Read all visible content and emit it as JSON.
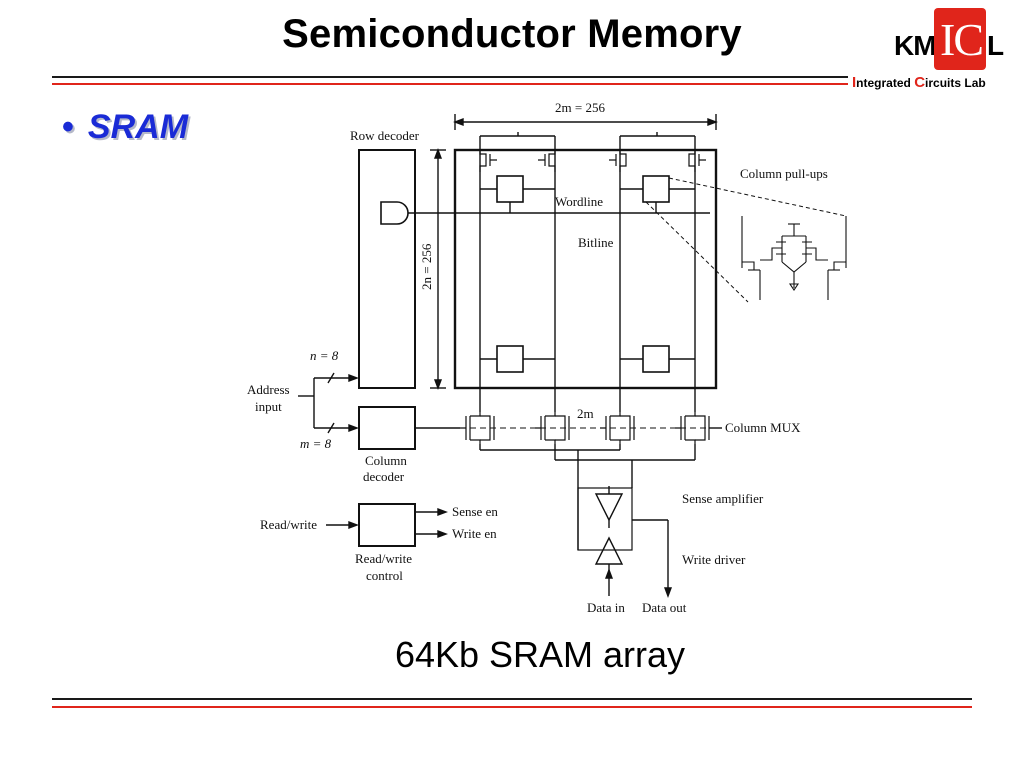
{
  "slide": {
    "title": "Semiconductor Memory",
    "bullet": "SRAM",
    "caption": "64Kb SRAM array"
  },
  "logo": {
    "km": "KM",
    "ic": "IC",
    "l": "L",
    "lab_first_initial": "I",
    "lab_part1": "ntegrated ",
    "lab_second_initial": "C",
    "lab_part2": "ircuits Lab"
  },
  "diagram": {
    "label_2m_256": "2m = 256",
    "label_2n_256": "2n = 256",
    "row_decoder": "Row decoder",
    "column_pullups": "Column pull-ups",
    "wordline": "Wordline",
    "bitline": "Bitline",
    "n8": "n = 8",
    "address_line1": "Address",
    "address_line2": "input",
    "m8": "m = 8",
    "column_decoder_line1": "Column",
    "column_decoder_line2": "decoder",
    "label_2m": "2m",
    "column_mux": "Column MUX",
    "sense_amplifier": "Sense amplifier",
    "read_write": "Read/write",
    "sense_en": "Sense en",
    "write_en": "Write en",
    "rw_control_line1": "Read/write",
    "rw_control_line2": "control",
    "write_driver": "Write driver",
    "data_in": "Data in",
    "data_out": "Data out"
  },
  "colors": {
    "accent_red": "#e0251b",
    "bullet_blue": "#1a2bd6",
    "rule_dark": "#1a1a1a"
  }
}
